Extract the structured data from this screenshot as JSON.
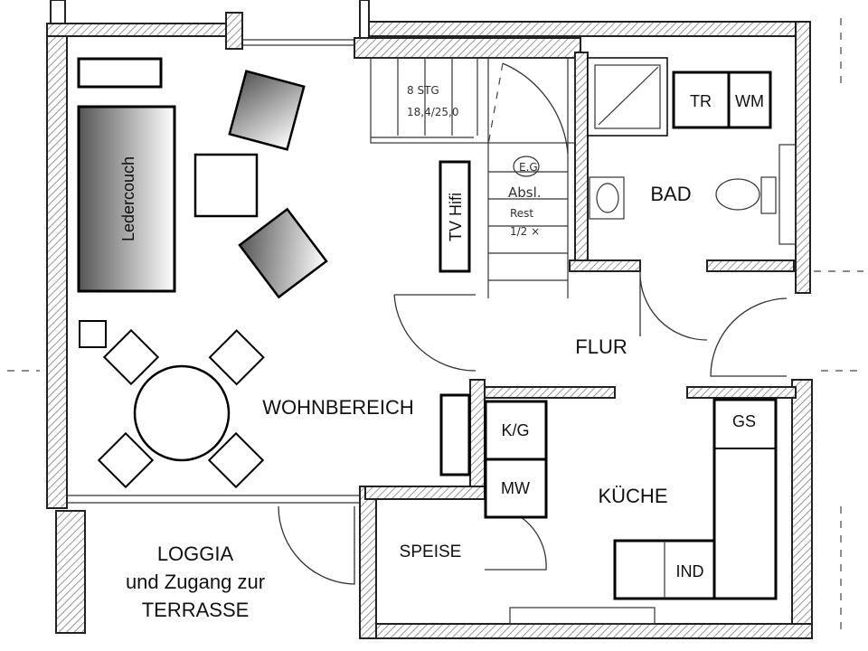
{
  "rooms": {
    "bad": "BAD",
    "flur": "FLUR",
    "wohnbereich": "WOHNBEREICH",
    "kueche": "KÜCHE",
    "speise": "SPEISE",
    "loggia_line1": "LOGGIA",
    "loggia_line2": "und Zugang zur",
    "loggia_line3": "TERRASSE"
  },
  "furniture": {
    "couch": "Ledercouch",
    "tv": "TV Hifi",
    "tr": "TR",
    "wm": "WM",
    "kg": "K/G",
    "mw": "MW",
    "gs": "GS",
    "ind": "IND"
  },
  "stair_notes": {
    "steps": "8 STG",
    "ratio": "18,4/25,0",
    "eg_line1": "E.G",
    "eg_line2": "Absl.",
    "rest": "Rest",
    "rest_ratio": "1/2 ×"
  },
  "colors": {
    "wall_hatch": "#7a7a7a",
    "furniture_outline": "#000000",
    "gradient_dark": "#555555",
    "gradient_light": "#ffffff"
  }
}
